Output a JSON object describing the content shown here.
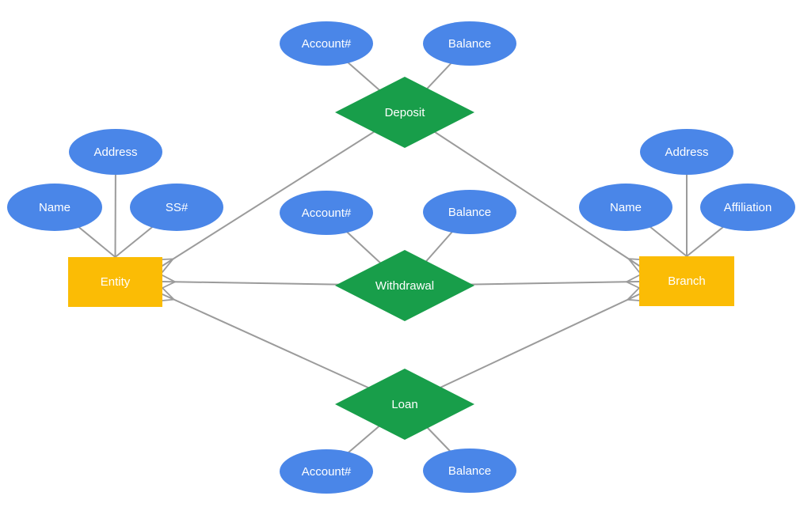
{
  "diagram": {
    "kind": "entity-relationship-diagram",
    "colors": {
      "attribute_fill": "#4a86e8",
      "entity_fill": "#fbbc05",
      "relationship_fill": "#189e4a",
      "edge_stroke": "#9b9b9b",
      "label_text": "#ffffff",
      "background": "#ffffff"
    },
    "entities": [
      {
        "id": "entity",
        "label": "Entity",
        "attributes": [
          "Name",
          "Address",
          "SS#"
        ]
      },
      {
        "id": "branch",
        "label": "Branch",
        "attributes": [
          "Name",
          "Address",
          "Affiliation"
        ]
      }
    ],
    "relationships": [
      {
        "id": "deposit",
        "label": "Deposit",
        "attributes": [
          "Account#",
          "Balance"
        ],
        "connects": [
          "Entity",
          "Branch"
        ],
        "cardinality": "many-to-many"
      },
      {
        "id": "withdrawal",
        "label": "Withdrawal",
        "attributes": [
          "Account#",
          "Balance"
        ],
        "connects": [
          "Entity",
          "Branch"
        ],
        "cardinality": "many-to-many"
      },
      {
        "id": "loan",
        "label": "Loan",
        "attributes": [
          "Account#",
          "Balance"
        ],
        "connects": [
          "Entity",
          "Branch"
        ],
        "cardinality": "many-to-many"
      }
    ]
  }
}
